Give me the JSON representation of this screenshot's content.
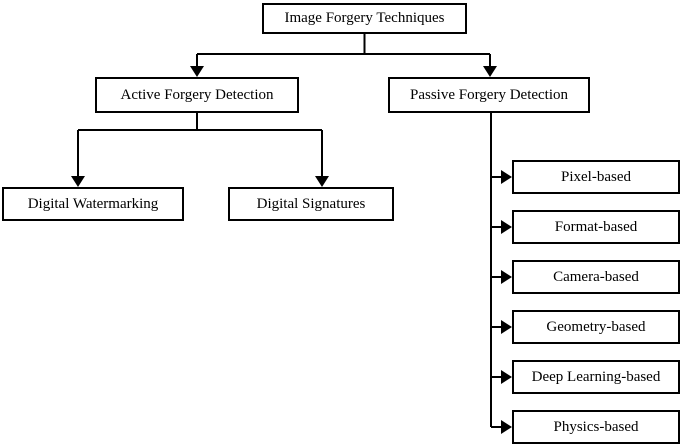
{
  "colors": {
    "background": "#ffffff",
    "box_border": "#000000",
    "line": "#000000",
    "text": "#000000"
  },
  "diagram": {
    "type": "flowchart-tree",
    "root": {
      "label": "Image Forgery Techniques"
    },
    "branches": [
      {
        "label": "Active Forgery Detection",
        "children": [
          {
            "label": "Digital Watermarking"
          },
          {
            "label": "Digital Signatures"
          }
        ]
      },
      {
        "label": "Passive Forgery Detection",
        "children": [
          {
            "label": "Pixel-based"
          },
          {
            "label": "Format-based"
          },
          {
            "label": "Camera-based"
          },
          {
            "label": "Geometry-based"
          },
          {
            "label": "Deep Learning-based"
          },
          {
            "label": "Physics-based"
          }
        ]
      }
    ]
  }
}
